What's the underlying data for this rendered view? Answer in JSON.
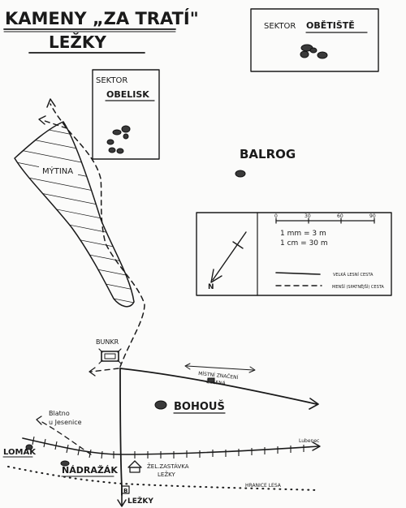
{
  "title": {
    "line1": "KAMENY „ZA TRATÍ\"",
    "line2": "LEŽKY"
  },
  "sectors": {
    "obetiste": {
      "prefix": "SEKTOR",
      "name": "OBĚTIŠTĚ"
    },
    "obelisk": {
      "prefix": "SEKTOR",
      "name": "OBELISK"
    }
  },
  "places": {
    "mytina": "MÝTINA",
    "balrog": "BALROG",
    "bunkr": "BUNKR",
    "bohous": "BOHOUŠ",
    "blatno_line1": "Blatno",
    "blatno_line2": "u Jesenice",
    "lomak": "LOMÁK",
    "nadrazak": "NÁDRAŽÁK",
    "zastavka_line1": "ŽEL.ZASTÁVKA",
    "zastavka_line2": "LEŽKY",
    "lubenec": "Lubenec",
    "hranice": "HRANICE LESA",
    "lezky_bottom": "LEŽKY",
    "mistni_line1": "MÍSTNÍ ZNAČENÍ",
    "mistni_line2": "ZELENÁ",
    "bus_stop": "B"
  },
  "legend": {
    "north": "N",
    "scale_ticks": [
      "0",
      "30",
      "60",
      "90"
    ],
    "scale1": "1 mm = 3 m",
    "scale2": "1 cm = 30 m",
    "road_solid": "VELKÁ LESNÍ CESTA",
    "road_dashed": "MENŠÍ (SPATNĚJŠÍ) CESTA"
  },
  "colors": {
    "ink": "#1a1a1a",
    "paper": "#fbfbfa",
    "rock": "#3a3a3a"
  }
}
